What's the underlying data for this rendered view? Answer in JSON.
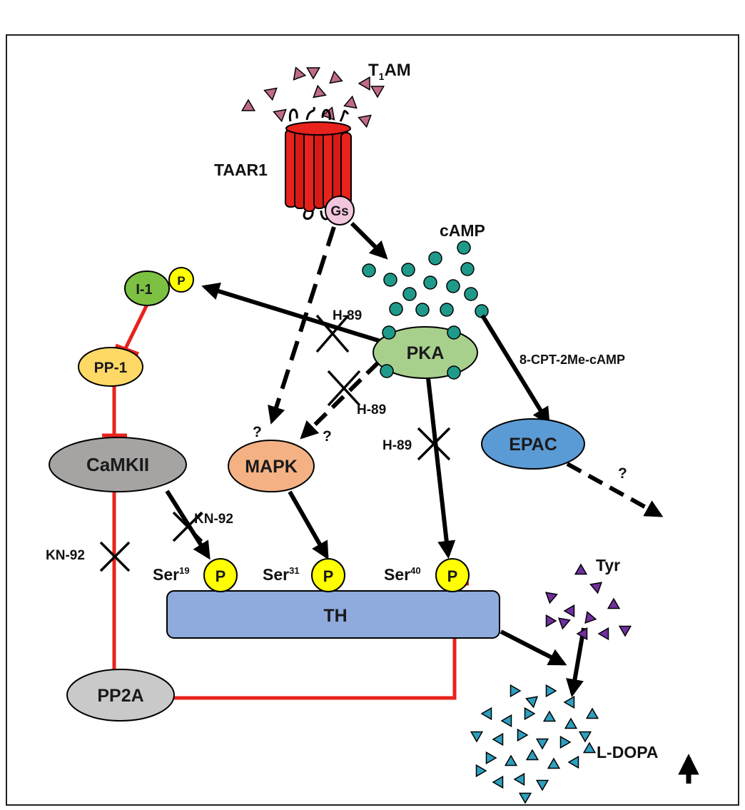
{
  "labels": {
    "ligand_base": "T",
    "ligand_sub": "1",
    "ligand_rest": "AM",
    "receptor": "TAAR1",
    "gprotein": "Gs",
    "camp": "cAMP",
    "analog": "8-CPT-2Me-cAMP",
    "tyr": "Tyr",
    "ldopa": "L-DOPA",
    "ser19_base": "Ser",
    "ser19_sup": "19",
    "ser31_base": "Ser",
    "ser31_sup": "31",
    "ser40_base": "Ser",
    "ser40_sup": "40",
    "p": "P"
  },
  "nodes": {
    "i1": "I-1",
    "pp1": "PP-1",
    "camkii": "CaMKII",
    "pp2a": "PP2A",
    "pka": "PKA",
    "mapk": "MAPK",
    "epac": "EPAC",
    "th": "TH"
  },
  "inhibitors": {
    "h89": "H-89",
    "kn92": "KN-92",
    "unknown": "?"
  },
  "colors": {
    "receptor": "#e8221c",
    "gs": "#f2c6dd",
    "t1am": "#c06a8a",
    "camp": "#1f9a8a",
    "i1": "#7cc142",
    "pp1": "#ffd966",
    "camkii": "#a6a3a3",
    "pp2a": "#c9c9c9",
    "pka": "#a8d08d",
    "mapk": "#f4b183",
    "epac": "#5b9bd5",
    "th": "#8faadc",
    "phospho": "#ffff00",
    "tyr": "#7030a0",
    "ldopa": "#2e9fbf",
    "inhibit": "#e8221c"
  }
}
